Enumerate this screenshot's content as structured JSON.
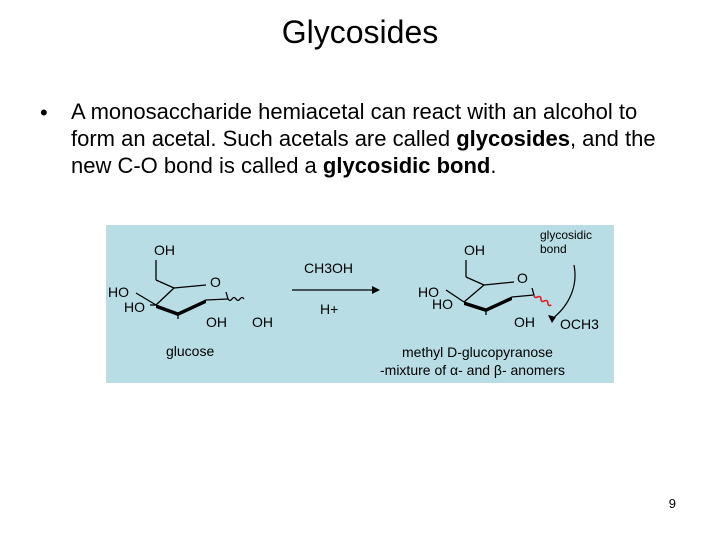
{
  "slide": {
    "title": "Glycosides",
    "page_number": "9",
    "bullet": {
      "part1": "A monosaccharide hemiacetal can react with an alcohol to form an acetal.  Such acetals are called ",
      "bold1": "glycosides",
      "part2": ", and the new C-O bond is called a ",
      "bold2": "glycosidic bond",
      "part3": "."
    }
  },
  "figure": {
    "background": "#b8dde4",
    "bond_color": "#e02020",
    "left_molecule": {
      "oh_top": "OH",
      "ring_o": "O",
      "ho_1": "HO",
      "ho_2": "HO",
      "oh_bottom_1": "OH",
      "oh_bottom_2": "OH",
      "name": "glucose"
    },
    "reagent_top": "CH3OH",
    "reagent_bottom": "H+",
    "right_molecule": {
      "oh_top": "OH",
      "ring_o": "O",
      "ho_1": "HO",
      "ho_2": "HO",
      "oh_bottom": "OH",
      "och3": "OCH3",
      "bond_label_1": "glycosidic",
      "bond_label_2": "bond",
      "name_1": "methyl D-glucopyranose",
      "name_2": "-mixture of α- and β- anomers"
    }
  }
}
